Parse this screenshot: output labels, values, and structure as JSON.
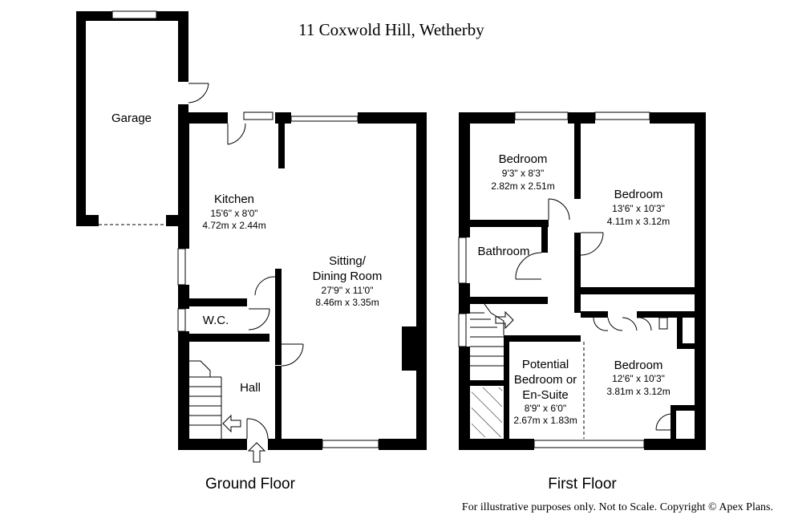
{
  "title": "11 Coxwold Hill, Wetherby",
  "footer": "For illustrative purposes only. Not to Scale. Copyright © Apex Plans.",
  "floors": {
    "ground": {
      "label": "Ground Floor",
      "garage": {
        "name": "Garage"
      },
      "kitchen": {
        "name": "Kitchen",
        "imperial": "15'6\" x 8'0\"",
        "metric": "4.72m x 2.44m"
      },
      "sitting": {
        "name1": "Sitting/",
        "name2": "Dining Room",
        "imperial": "27'9\" x 11'0\"",
        "metric": "8.46m x 3.35m"
      },
      "wc": {
        "name": "W.C."
      },
      "hall": {
        "name": "Hall"
      }
    },
    "first": {
      "label": "First Floor",
      "bed1": {
        "name": "Bedroom",
        "imperial": "9'3\" x 8'3\"",
        "metric": "2.82m x 2.51m"
      },
      "bed2": {
        "name": "Bedroom",
        "imperial": "13'6\" x 10'3\"",
        "metric": "4.11m x 3.12m"
      },
      "bathroom": {
        "name": "Bathroom"
      },
      "bed3": {
        "name": "Bedroom",
        "imperial": "12'6\" x 10'3\"",
        "metric": "3.81m x 3.12m"
      },
      "potential": {
        "name1": "Potential",
        "name2": "Bedroom or",
        "name3": "En-Suite",
        "imperial": "8'9\" x 6'0\"",
        "metric": "2.67m x 1.83m"
      }
    }
  }
}
